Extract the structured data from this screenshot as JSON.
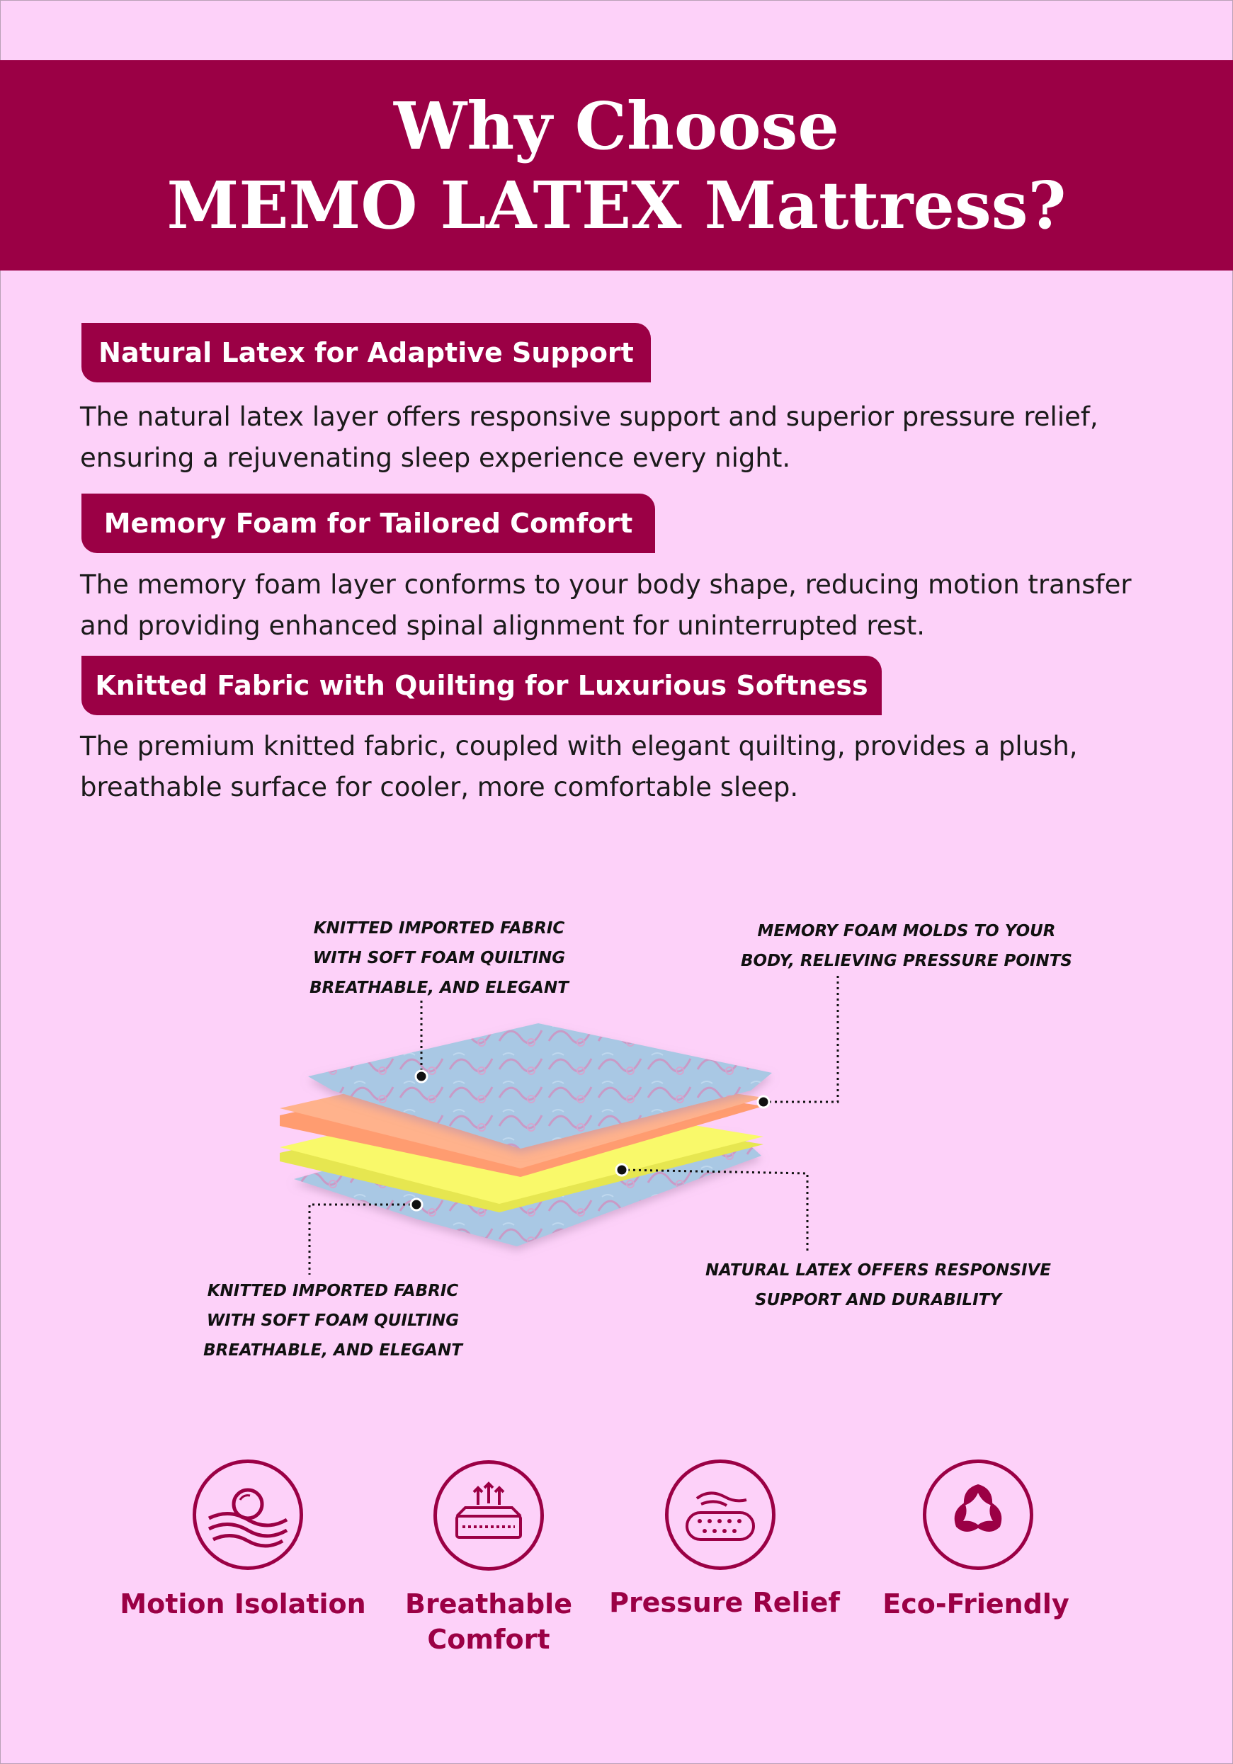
{
  "header": {
    "title_line1": "Why Choose",
    "title_line2": "MEMO LATEX Mattress?"
  },
  "sections": [
    {
      "heading": "Natural Latex for Adaptive Support",
      "line1": "The natural latex layer offers responsive support and superior pressure relief,",
      "line2": "ensuring a rejuvenating sleep experience every night."
    },
    {
      "heading": "Memory Foam for Tailored Comfort",
      "line1": "The memory foam layer conforms to your body shape, reducing motion transfer",
      "line2": "and providing enhanced spinal alignment for uninterrupted rest."
    },
    {
      "heading": "Knitted Fabric with Quilting for Luxurious Softness",
      "line1": "The premium knitted fabric, coupled with elegant quilting, provides a plush,",
      "line2": "breathable surface for cooler, more comfortable sleep."
    }
  ],
  "diagram": {
    "top_left": [
      "KNITTED IMPORTED FABRIC",
      "WITH SOFT FOAM QUILTING",
      "BREATHABLE, AND ELEGANT"
    ],
    "top_right": [
      "MEMORY FOAM MOLDS TO YOUR",
      "BODY, RELIEVING PRESSURE POINTS"
    ],
    "bottom_left": [
      "KNITTED IMPORTED FABRIC",
      "WITH SOFT FOAM QUILTING",
      "BREATHABLE, AND ELEGANT"
    ],
    "bottom_right": [
      "NATURAL LATEX OFFERS RESPONSIVE",
      "SUPPORT AND DURABILITY"
    ]
  },
  "features": [
    {
      "icon": "motion-isolation-icon",
      "label_line1": "Motion Isolation",
      "label_line2": ""
    },
    {
      "icon": "breathable-comfort-icon",
      "label_line1": "Breathable",
      "label_line2": "Comfort"
    },
    {
      "icon": "pressure-relief-icon",
      "label_line1": "Pressure Relief",
      "label_line2": ""
    },
    {
      "icon": "eco-friendly-icon",
      "label_line1": "Eco-Friendly",
      "label_line2": ""
    }
  ],
  "colors": {
    "background": "#fdd1f9",
    "brand": "#9b0045",
    "fabric_layer": "#a9c8e4",
    "memory_foam_layer": "#ffb28c",
    "latex_layer": "#f9f96a"
  }
}
